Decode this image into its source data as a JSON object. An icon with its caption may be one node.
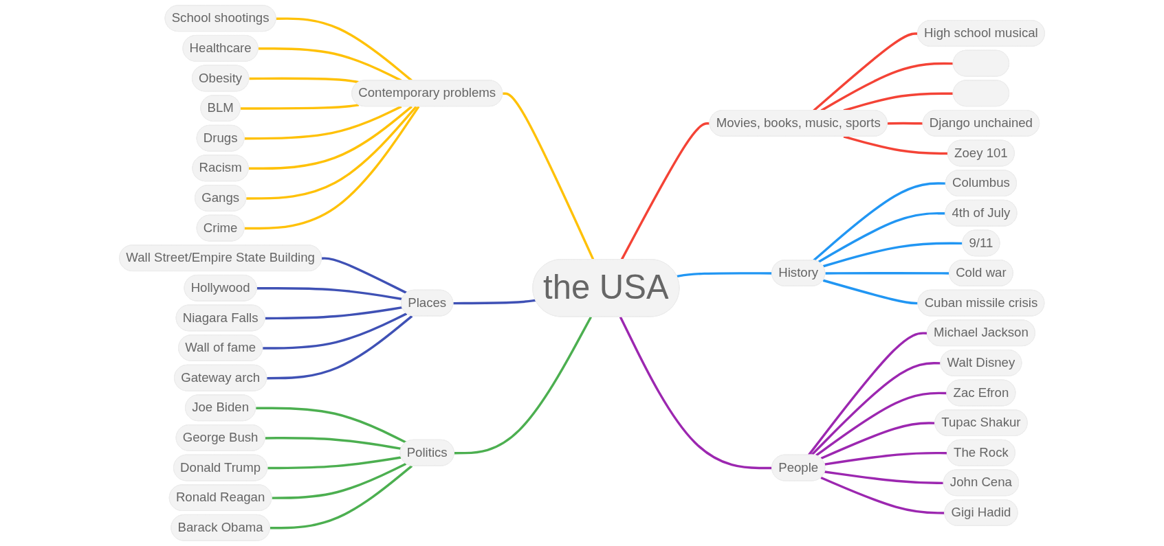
{
  "diagram": {
    "nodes": [
      {
        "text": [
          "the USA"
        ]
      },
      {
        "text": [
          "Contemporary problems"
        ]
      },
      {
        "text": [
          "School shootings"
        ]
      },
      {
        "text": [
          "Healthcare"
        ]
      },
      {
        "text": [
          "Obesity"
        ]
      },
      {
        "text": [
          "BLM"
        ]
      },
      {
        "text": [
          "Drugs"
        ]
      },
      {
        "text": [
          "Racism"
        ]
      },
      {
        "text": [
          "Gangs"
        ]
      },
      {
        "text": [
          "Crime"
        ]
      },
      {
        "text": [
          "Places"
        ]
      },
      {
        "text": [
          "Wall Street/Empire State Building"
        ]
      },
      {
        "text": [
          "Hollywood"
        ]
      },
      {
        "text": [
          "Niagara Falls"
        ]
      },
      {
        "text": [
          "Wall of fame"
        ]
      },
      {
        "text": [
          "Gateway arch"
        ]
      },
      {
        "text": [
          "Politics"
        ]
      },
      {
        "text": [
          "Joe Biden"
        ]
      },
      {
        "text": [
          "George Bush"
        ]
      },
      {
        "text": [
          "Donald Trump"
        ]
      },
      {
        "text": [
          "Ronald Reagan"
        ]
      },
      {
        "text": [
          "Barack Obama"
        ]
      },
      {
        "text": [
          "Movies, books, music, sports"
        ]
      },
      {
        "text": [
          "High school musical"
        ]
      },
      {
        "text": [],
        "shape": "box"
      },
      {
        "text": [],
        "shape": "box"
      },
      {
        "text": [
          "Django unchained"
        ]
      },
      {
        "text": [
          "Zoey 101"
        ]
      },
      {
        "text": [
          "History"
        ]
      },
      {
        "text": [
          "Columbus"
        ]
      },
      {
        "text": [
          "4th of July"
        ]
      },
      {
        "text": [
          "9/11"
        ]
      },
      {
        "text": [
          "Cold war"
        ]
      },
      {
        "text": [
          "Cuban missile crisis"
        ]
      },
      {
        "text": [
          "People"
        ]
      },
      {
        "text": [
          "Michael Jackson"
        ]
      },
      {
        "text": [
          "Walt Disney"
        ]
      },
      {
        "text": [
          "Zac Efron"
        ]
      },
      {
        "text": [
          "Tupac Shakur"
        ]
      },
      {
        "text": [
          "The Rock"
        ]
      },
      {
        "text": [
          "John Cena"
        ]
      },
      {
        "text": [
          "Gigi Hadid"
        ]
      }
    ],
    "edges": [
      {
        "from": 2,
        "to": 1,
        "arrow": "none",
        "color": "#ffc107"
      },
      {
        "from": 3,
        "to": 1,
        "arrow": "none",
        "color": "#ffc107"
      },
      {
        "from": 4,
        "to": 1,
        "arrow": "none",
        "color": "#ffc107"
      },
      {
        "from": 5,
        "to": 1,
        "arrow": "none",
        "color": "#ffc107"
      },
      {
        "from": 6,
        "to": 1,
        "arrow": "none",
        "color": "#ffc107"
      },
      {
        "from": 7,
        "to": 1,
        "arrow": "none",
        "color": "#ffc107"
      },
      {
        "from": 8,
        "to": 1,
        "arrow": "none",
        "color": "#ffc107"
      },
      {
        "from": 9,
        "to": 1,
        "arrow": "none",
        "color": "#ffc107"
      },
      {
        "from": 1,
        "to": 0,
        "arrow": "none",
        "color": "#ffc107"
      },
      {
        "from": 11,
        "to": 10,
        "arrow": "none",
        "color": "#3f51b5"
      },
      {
        "from": 12,
        "to": 10,
        "arrow": "none",
        "color": "#3f51b5"
      },
      {
        "from": 13,
        "to": 10,
        "arrow": "none",
        "color": "#3f51b5"
      },
      {
        "from": 14,
        "to": 10,
        "arrow": "none",
        "color": "#3f51b5"
      },
      {
        "from": 15,
        "to": 10,
        "arrow": "none",
        "color": "#3f51b5"
      },
      {
        "from": 10,
        "to": 0,
        "arrow": "none",
        "color": "#3f51b5"
      },
      {
        "from": 17,
        "to": 16,
        "arrow": "none",
        "color": "#4caf50"
      },
      {
        "from": 18,
        "to": 16,
        "arrow": "none",
        "color": "#4caf50"
      },
      {
        "from": 19,
        "to": 16,
        "arrow": "none",
        "color": "#4caf50"
      },
      {
        "from": 20,
        "to": 16,
        "arrow": "none",
        "color": "#4caf50"
      },
      {
        "from": 21,
        "to": 16,
        "arrow": "none",
        "color": "#4caf50"
      },
      {
        "from": 16,
        "to": 0,
        "arrow": "none",
        "color": "#4caf50"
      },
      {
        "from": 0,
        "to": 22,
        "arrow": "none",
        "color": "#f44336"
      },
      {
        "from": 22,
        "to": 23,
        "arrow": "none",
        "color": "#f44336"
      },
      {
        "from": 22,
        "to": 24,
        "arrow": "none",
        "color": "#f44336"
      },
      {
        "from": 22,
        "to": 25,
        "arrow": "none",
        "color": "#f44336"
      },
      {
        "from": 22,
        "to": 26,
        "arrow": "none",
        "color": "#f44336"
      },
      {
        "from": 22,
        "to": 27,
        "arrow": "none",
        "color": "#f44336"
      },
      {
        "from": 0,
        "to": 28,
        "arrow": "none",
        "color": "#2196f3"
      },
      {
        "from": 28,
        "to": 29,
        "arrow": "none",
        "color": "#2196f3"
      },
      {
        "from": 28,
        "to": 30,
        "arrow": "none",
        "color": "#2196f3"
      },
      {
        "from": 28,
        "to": 31,
        "arrow": "none",
        "color": "#2196f3"
      },
      {
        "from": 28,
        "to": 32,
        "arrow": "none",
        "color": "#2196f3"
      },
      {
        "from": 28,
        "to": 33,
        "arrow": "none",
        "color": "#2196f3"
      },
      {
        "from": 0,
        "to": 34,
        "arrow": "none",
        "color": "#9c27b0"
      },
      {
        "from": 34,
        "to": 35,
        "arrow": "none",
        "color": "#9c27b0"
      },
      {
        "from": 34,
        "to": 36,
        "arrow": "none",
        "color": "#9c27b0"
      },
      {
        "from": 34,
        "to": 37,
        "arrow": "none",
        "color": "#9c27b0"
      },
      {
        "from": 34,
        "to": 38,
        "arrow": "none",
        "color": "#9c27b0"
      },
      {
        "from": 34,
        "to": 39,
        "arrow": "none",
        "color": "#9c27b0"
      },
      {
        "from": 34,
        "to": 40,
        "arrow": "none",
        "color": "#9c27b0"
      },
      {
        "from": 34,
        "to": 41,
        "arrow": "none",
        "color": "#9c27b0"
      }
    ]
  }
}
